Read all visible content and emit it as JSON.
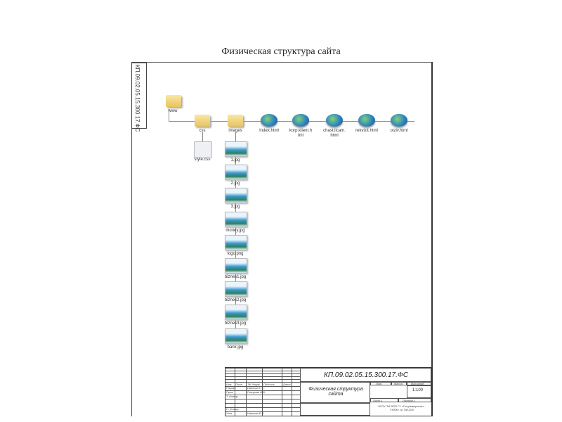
{
  "page_title": "Физическая структура сайта",
  "side_stamp": "КП.09.02.05.15.300.17.ФС",
  "tree": {
    "root": "www",
    "folders": [
      "css",
      "images"
    ],
    "html_files": [
      "Index.html",
      "korp.klient.html",
      "chast.licam.html",
      "rekvizit.html",
      "otziv.html"
    ],
    "css_files": [
      "style.css"
    ],
    "image_files": [
      "1.jpg",
      "2.jpg",
      "3.jpg",
      "money.jpg",
      "logo.png",
      "biznes1.jpg",
      "biznes2.jpg",
      "biznes3.jpg",
      "bank.jpg"
    ]
  },
  "title_block": {
    "code": "КП.09.02.05.15.300.17.ФС",
    "name": "Физическая структура сайта",
    "cols": [
      "Изм",
      "Лист",
      "№ докум.",
      "Подпись",
      "Дата"
    ],
    "roles": [
      "Разраб.",
      "Пров.",
      "Т. Контр.",
      "Н. Контр.",
      "Утв."
    ],
    "people": [
      "Иванова Н.С.",
      "Петрова И.В.",
      "Иванова Е.А."
    ],
    "lit": "Лит.",
    "mass": "Масса",
    "scale_label": "Масштаб",
    "scale": "1:100",
    "sheet": "Лист 1",
    "sheets": "Листов 1",
    "org": "ФГОУ ТИ ВПО ГУ «Госуниверситет - УНПК» гр. ПИ-300"
  }
}
